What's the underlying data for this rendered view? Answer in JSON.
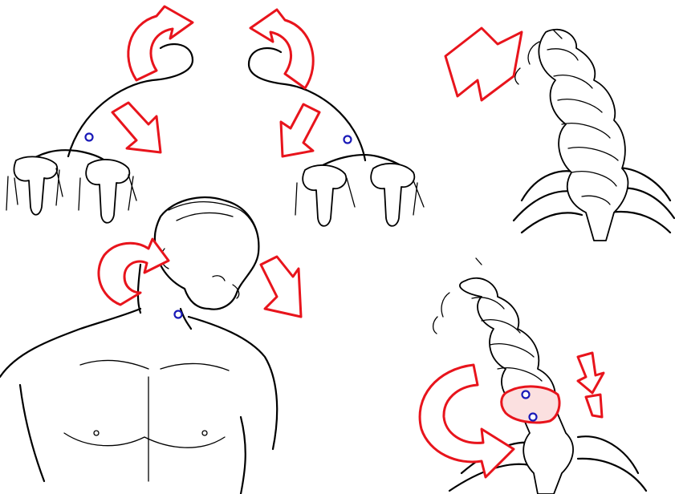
{
  "illustration": {
    "panels": [
      "vertebra-arc-left",
      "vertebra-arc-right",
      "spine-column-upper",
      "neck-rotation-figure",
      "spine-column-lower"
    ],
    "colors": {
      "ink": "#000000",
      "arrow": "#e8141c",
      "pivot_dot": "#1a1ab8",
      "background": "#ffffff"
    },
    "icons": [
      "curved-arrow-icon",
      "straight-arrow-icon",
      "pivot-dot-icon"
    ]
  }
}
